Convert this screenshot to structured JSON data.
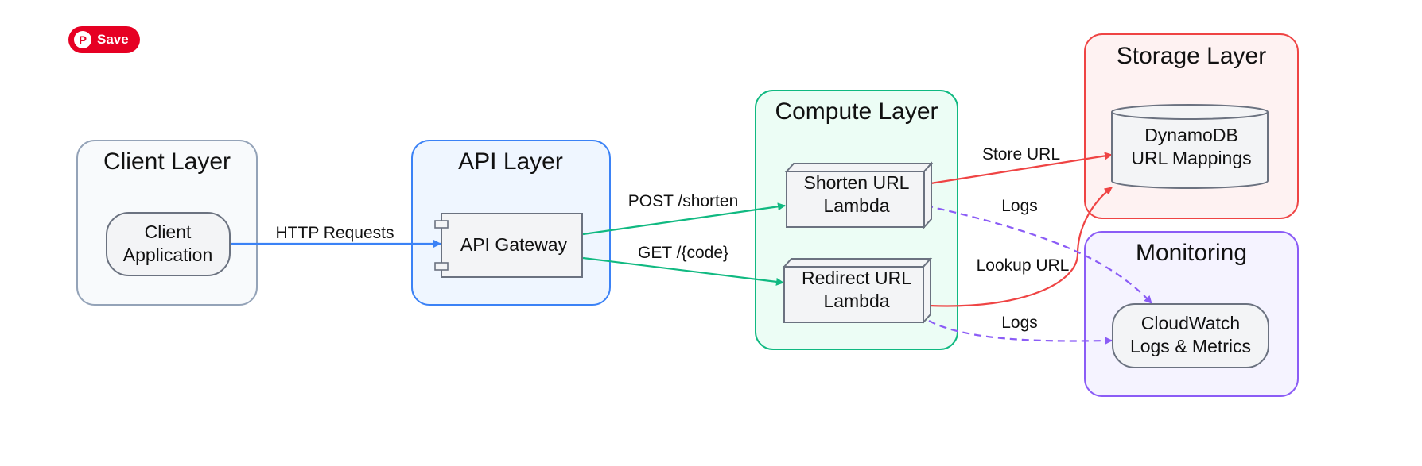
{
  "save_button": {
    "label": "Save",
    "icon": "pinterest-icon",
    "color": "#e60023"
  },
  "diagram": {
    "groups": {
      "client": {
        "title": "Client Layer",
        "stroke": "#94a3b8",
        "fill": "#f8fafc"
      },
      "api": {
        "title": "API Layer",
        "stroke": "#3b82f6",
        "fill": "#eff6ff"
      },
      "compute": {
        "title": "Compute Layer",
        "stroke": "#10b981",
        "fill": "#ecfdf5"
      },
      "storage": {
        "title": "Storage Layer",
        "stroke": "#ef4444",
        "fill": "#fef2f2"
      },
      "monitoring": {
        "title": "Monitoring",
        "stroke": "#8b5cf6",
        "fill": "#f5f3ff"
      }
    },
    "nodes": {
      "client_app": {
        "line1": "Client",
        "line2": "Application"
      },
      "api_gateway": {
        "label": "API Gateway"
      },
      "shorten_lambda": {
        "line1": "Shorten URL",
        "line2": "Lambda"
      },
      "redirect_lambda": {
        "line1": "Redirect URL",
        "line2": "Lambda"
      },
      "dynamodb": {
        "line1": "DynamoDB",
        "line2": "URL Mappings"
      },
      "cloudwatch": {
        "line1": "CloudWatch",
        "line2": "Logs & Metrics"
      }
    },
    "edges": {
      "http_requests": "HTTP Requests",
      "post_shorten": "POST /shorten",
      "get_code": "GET /{code}",
      "store_url": "Store URL",
      "lookup_url": "Lookup URL",
      "logs_shorten": "Logs",
      "logs_redirect": "Logs"
    },
    "colors": {
      "http": "#3b82f6",
      "api_to_compute": "#10b981",
      "storage": "#ef4444",
      "logs": "#8b5cf6",
      "node_fill": "#f3f4f6",
      "node_stroke": "#6b7280"
    }
  }
}
